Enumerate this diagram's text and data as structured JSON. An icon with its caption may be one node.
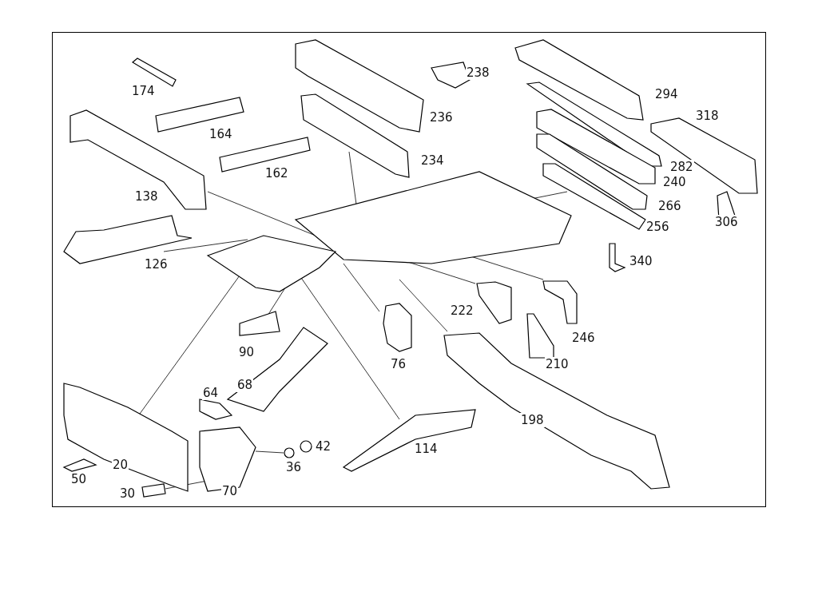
{
  "diagram": {
    "labels": [
      "238",
      "174",
      "294",
      "318",
      "236",
      "164",
      "234",
      "282",
      "162",
      "240",
      "138",
      "266",
      "306",
      "256",
      "340",
      "126",
      "222",
      "246",
      "90",
      "76",
      "210",
      "68",
      "64",
      "198",
      "42",
      "114",
      "20",
      "36",
      "50",
      "70",
      "30"
    ]
  }
}
